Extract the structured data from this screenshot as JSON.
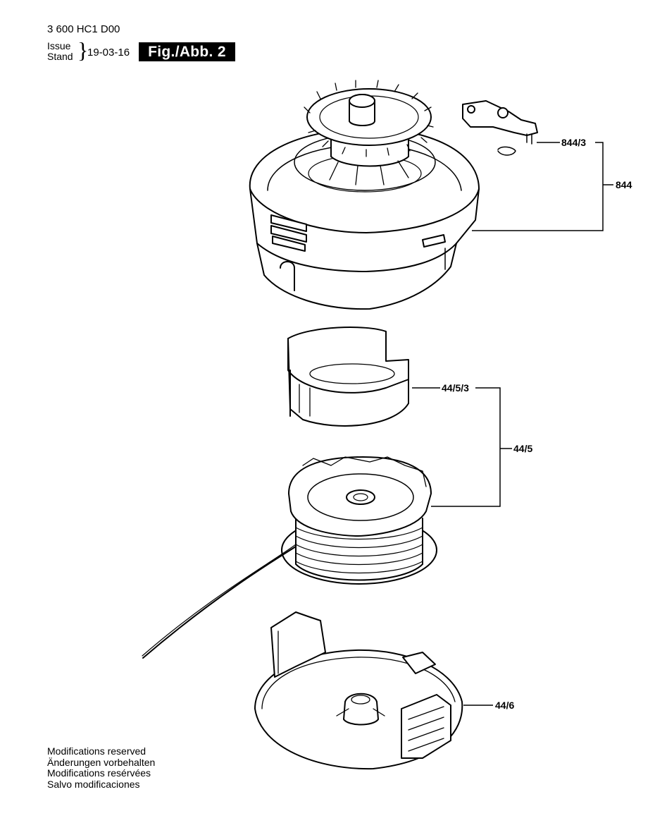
{
  "header": {
    "document_code": "3 600 HC1 D00",
    "issue_label": "Issue",
    "stand_label": "Stand",
    "date": "19-03-16",
    "figure_label": "Fig./Abb. 2"
  },
  "parts": {
    "p844_3": "844/3",
    "p844": "844",
    "p44_5_3": "44/5/3",
    "p44_5": "44/5",
    "p44_6": "44/6"
  },
  "footer": {
    "line_en": "Modifications reserved",
    "line_de": "Änderungen vorbehalten",
    "line_fr": "Modifications resérvées",
    "line_es": "Salvo modificaciones"
  }
}
